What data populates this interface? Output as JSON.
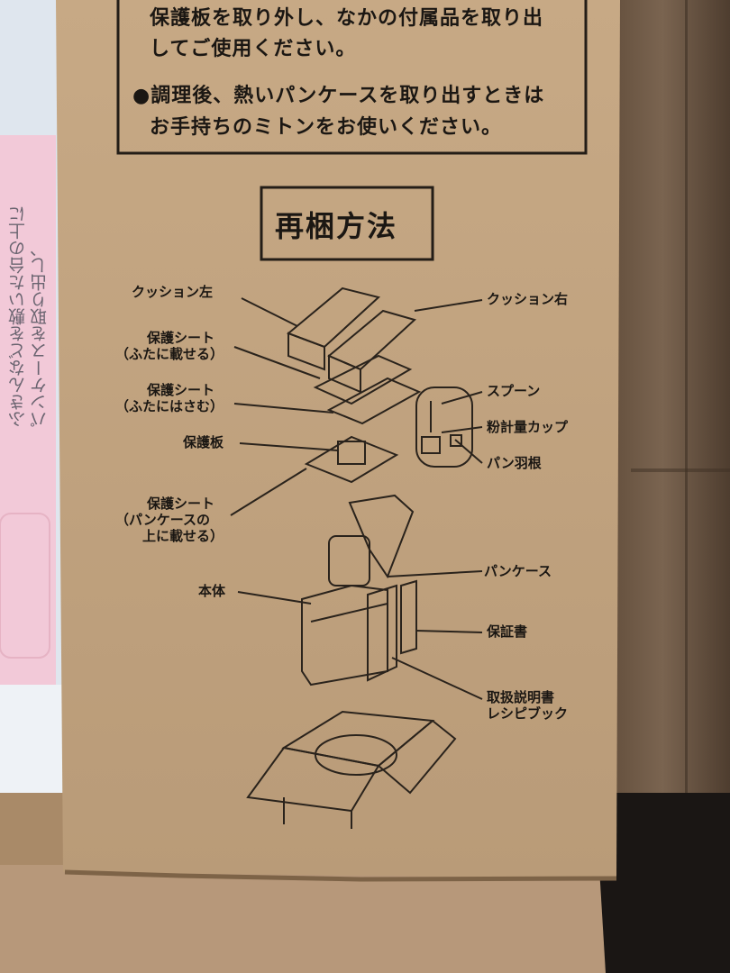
{
  "notice": {
    "line1": "保護板を取り外し、なかの付属品を取り出",
    "line2": "してご使用ください。",
    "line3": "●調理後、熱いパンケースを取り出すときは",
    "line4": "お手持ちのミトンをお使いください。"
  },
  "section_title": "再梱方法",
  "labels": {
    "cushion_left": "クッション左",
    "cushion_right": "クッション右",
    "sheet_on_lid_1": "保護シート",
    "sheet_on_lid_2": "（ふたに載せる）",
    "sheet_in_lid_1": "保護シート",
    "sheet_in_lid_2": "（ふたにはさむ）",
    "protect_board": "保護板",
    "sheet_on_case_1": "保護シート",
    "sheet_on_case_2": "（パンケースの",
    "sheet_on_case_3": "上に載せる）",
    "spoon": "スプーン",
    "measuring_cup": "粉計量カップ",
    "pan_blade": "パン羽根",
    "bread_case": "パンケース",
    "main_body": "本体",
    "warranty": "保証書",
    "manual_1": "取扱説明書",
    "manual_2": "レシピブック"
  },
  "side_box": {
    "line1": "ふきんなどを敷いた台の上に",
    "line2": "パンケースを取り出し、"
  }
}
